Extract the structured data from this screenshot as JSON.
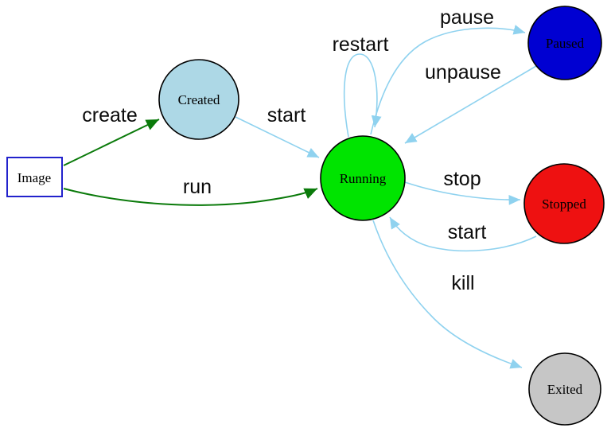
{
  "nodes": {
    "image": {
      "label": "Image"
    },
    "created": {
      "label": "Created"
    },
    "running": {
      "label": "Running"
    },
    "paused": {
      "label": "Paused"
    },
    "stopped": {
      "label": "Stopped"
    },
    "exited": {
      "label": "Exited"
    }
  },
  "edges": {
    "create": {
      "label": "create",
      "from": "Image",
      "to": "Created"
    },
    "run": {
      "label": "run",
      "from": "Image",
      "to": "Running"
    },
    "start_created": {
      "label": "start",
      "from": "Created",
      "to": "Running"
    },
    "restart": {
      "label": "restart",
      "from": "Running",
      "to": "Running"
    },
    "pause": {
      "label": "pause",
      "from": "Running",
      "to": "Paused"
    },
    "unpause": {
      "label": "unpause",
      "from": "Paused",
      "to": "Running"
    },
    "stop": {
      "label": "stop",
      "from": "Running",
      "to": "Stopped"
    },
    "start_stopped": {
      "label": "start",
      "from": "Stopped",
      "to": "Running"
    },
    "kill": {
      "label": "kill",
      "from": "Running",
      "to": "Exited"
    }
  },
  "colors": {
    "edge_blue": "#8fd2ef",
    "edge_green": "#0a7a0a",
    "image_fill": "#ffffff",
    "image_border": "#2222cc",
    "created_fill": "#add8e6",
    "running_fill": "#00e400",
    "paused_fill": "#0000d2",
    "stopped_fill": "#ee1111",
    "exited_fill": "#c6c6c6",
    "node_border": "#000000"
  }
}
